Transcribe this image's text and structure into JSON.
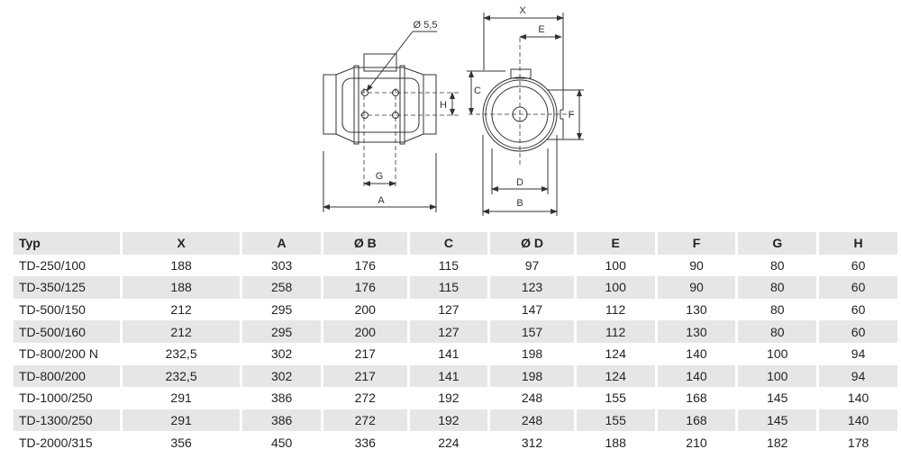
{
  "drawing": {
    "hole_label": "Ø 5,5",
    "labels": {
      "X": "X",
      "E": "E",
      "C": "C",
      "F": "F",
      "H": "H",
      "G": "G",
      "A": "A",
      "B": "B",
      "D": "D"
    }
  },
  "table": {
    "headers": [
      "Typ",
      "X",
      "A",
      "Ø B",
      "C",
      "Ø D",
      "E",
      "F",
      "G",
      "H"
    ],
    "rows": [
      [
        "TD-250/100",
        "188",
        "303",
        "176",
        "115",
        "97",
        "100",
        "90",
        "80",
        "60"
      ],
      [
        "TD-350/125",
        "188",
        "258",
        "176",
        "115",
        "123",
        "100",
        "90",
        "80",
        "60"
      ],
      [
        "TD-500/150",
        "212",
        "295",
        "200",
        "127",
        "147",
        "112",
        "130",
        "80",
        "60"
      ],
      [
        "TD-500/160",
        "212",
        "295",
        "200",
        "127",
        "157",
        "112",
        "130",
        "80",
        "60"
      ],
      [
        "TD-800/200 N",
        "232,5",
        "302",
        "217",
        "141",
        "198",
        "124",
        "140",
        "100",
        "94"
      ],
      [
        "TD-800/200",
        "232,5",
        "302",
        "217",
        "141",
        "198",
        "124",
        "140",
        "100",
        "94"
      ],
      [
        "TD-1000/250",
        "291",
        "386",
        "272",
        "192",
        "248",
        "155",
        "168",
        "145",
        "140"
      ],
      [
        "TD-1300/250",
        "291",
        "386",
        "272",
        "192",
        "248",
        "155",
        "168",
        "145",
        "140"
      ],
      [
        "TD-2000/315",
        "356",
        "450",
        "336",
        "224",
        "312",
        "188",
        "210",
        "182",
        "178"
      ]
    ]
  }
}
